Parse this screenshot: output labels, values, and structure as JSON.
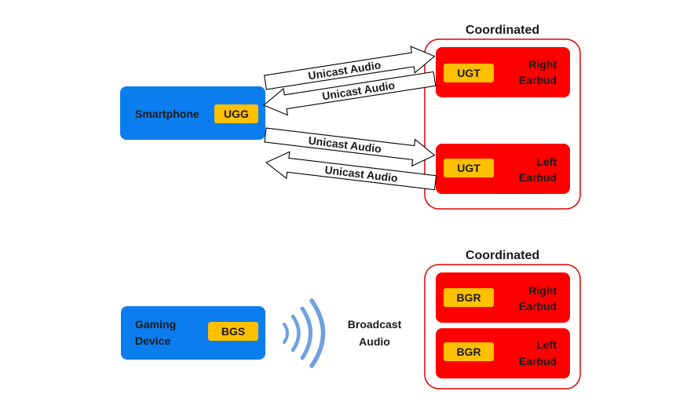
{
  "unicast_section": {
    "group_title": "Coordinated",
    "source": {
      "label": "Smartphone",
      "role": "UGG"
    },
    "right_earbud": {
      "role": "UGT",
      "label_line1": "Right",
      "label_line2": "Earbud"
    },
    "left_earbud": {
      "role": "UGT",
      "label_line1": "Left",
      "label_line2": "Earbud"
    },
    "arrows": [
      {
        "label": "Unicast Audio"
      },
      {
        "label": "Unicast Audio"
      },
      {
        "label": "Unicast Audio"
      },
      {
        "label": "Unicast Audio"
      }
    ]
  },
  "broadcast_section": {
    "group_title": "Coordinated",
    "source": {
      "label_line1": "Gaming",
      "label_line2": "Device",
      "role": "BGS"
    },
    "broadcast_label_line1": "Broadcast",
    "broadcast_label_line2": "Audio",
    "right_earbud": {
      "role": "BGR",
      "label_line1": "Right",
      "label_line2": "Earbud"
    },
    "left_earbud": {
      "role": "BGR",
      "label_line1": "Left",
      "label_line2": "Earbud"
    }
  },
  "colors": {
    "device_blue": "#0b7dee",
    "earbud_red": "#ff0000",
    "tag_yellow": "#ffc000",
    "group_border": "#e00000",
    "wave_blue": "#6fa0e0"
  }
}
